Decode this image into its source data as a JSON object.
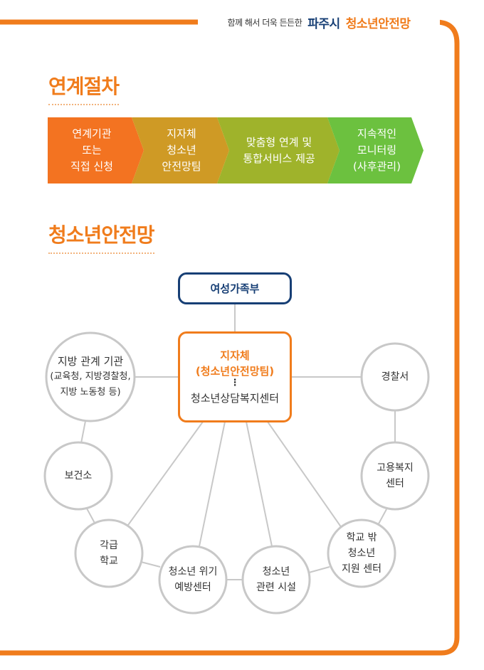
{
  "header": {
    "slogan": "함께 해서 더욱 든든한",
    "city": "파주시",
    "network": "청소년안전망"
  },
  "sections": {
    "procedure_title": "연계절차",
    "network_title": "청소년안전망"
  },
  "steps": [
    {
      "label": "연계기관\n또는\n직접 신청",
      "color": "#f37321"
    },
    {
      "label": "지자체\n청소년\n안전망팀",
      "color": "#cf9a25"
    },
    {
      "label": "맞춤형 연계 및\n통합서비스 제공",
      "color": "#9fb32b"
    },
    {
      "label": "지속적인\n모니터링\n(사후관리)",
      "color": "#6cc13f"
    }
  ],
  "diagram": {
    "top_node": "여성가족부",
    "hub": {
      "title": "지자체\n(청소년안전망팀)",
      "dots": "⋮",
      "subtitle": "청소년상담복지센터"
    },
    "nodes": {
      "local_agency_title": "지방 관계 기관",
      "local_agency_line2": "(교육청, 지방경찰청,",
      "local_agency_line3": "지방 노동청 등)",
      "police": "경찰서",
      "health": "보건소",
      "employment_line1": "고용복지",
      "employment_line2": "센터",
      "school_line1": "각급",
      "school_line2": "학교",
      "outofschool_line1": "학교 밖",
      "outofschool_line2": "청소년",
      "outofschool_line3": "지원 센터",
      "crisis_line1": "청소년 위기",
      "crisis_line2": "예방센터",
      "facility_line1": "청소년",
      "facility_line2": "관련 시설"
    }
  },
  "colors": {
    "brand_orange": "#f07c1c",
    "brand_navy": "#173f75",
    "circle_border": "#c8c8c8"
  }
}
